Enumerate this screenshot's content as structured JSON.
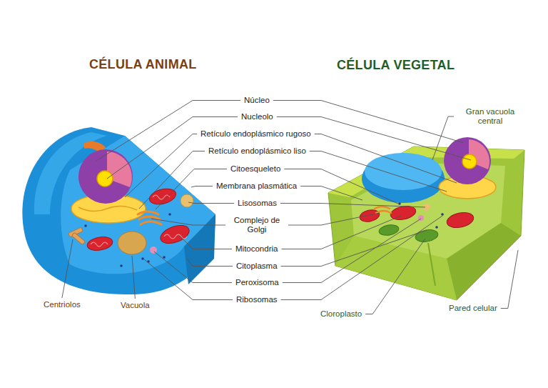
{
  "diagram": {
    "labels": [
      "CÉLULA ANIMAL",
      "CÉLULA VEGETAL",
      "Núcleo",
      "Nucleolo",
      "Retículo endoplásmico rugoso",
      "Retículo endoplásmico liso",
      "Citoesqueleto",
      "Membrana plasmática",
      "Lisosomas",
      "Complejo de Golgi",
      "Mitocondria",
      "Citoplasma",
      "Peroxisoma",
      "Ribosomas",
      "Centriolos",
      "Vacuola",
      "Gran vacuola central",
      "Cloroplasto",
      "Pared celular"
    ]
  }
}
